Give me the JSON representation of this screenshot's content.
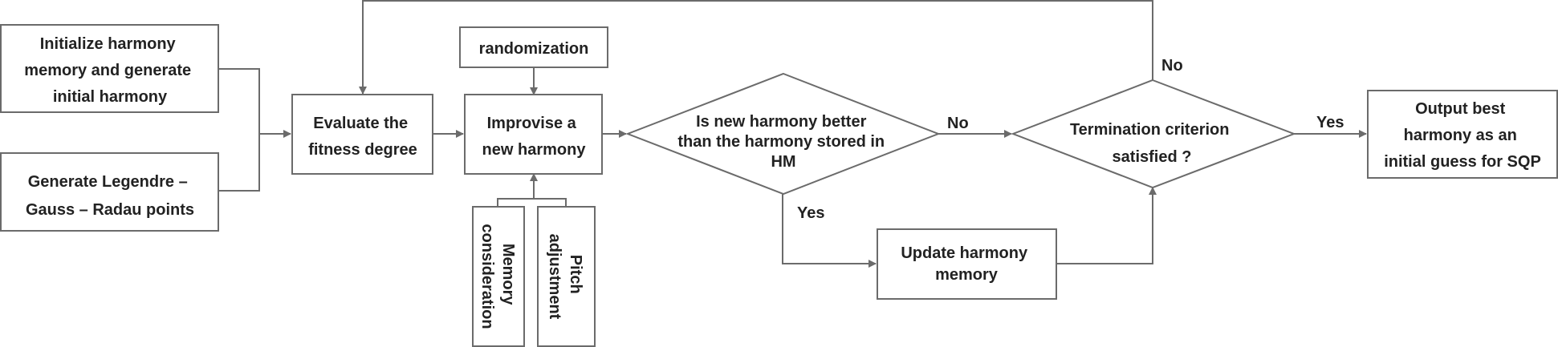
{
  "nodes": {
    "init": {
      "lines": [
        "Initialize harmony",
        "memory and generate",
        "initial harmony"
      ]
    },
    "legendre": {
      "lines": [
        "Generate Legendre –",
        "Gauss – Radau points"
      ]
    },
    "evaluate": {
      "lines": [
        "Evaluate the",
        "fitness degree"
      ]
    },
    "randomization": {
      "lines": [
        "randomization"
      ]
    },
    "improvise": {
      "lines": [
        "Improvise a",
        "new harmony"
      ]
    },
    "memory_consideration": {
      "lines": [
        "Memory",
        "consideration"
      ]
    },
    "pitch_adjustment": {
      "lines": [
        "Pitch",
        "adjustment"
      ]
    },
    "better": {
      "lines": [
        "Is new harmony better",
        "than the harmony stored in",
        "HM"
      ]
    },
    "termination": {
      "lines": [
        "Termination criterion",
        "satisfied ?"
      ]
    },
    "update": {
      "lines": [
        "Update harmony",
        "memory"
      ]
    },
    "output": {
      "lines": [
        "Output best",
        "harmony as an",
        "initial guess for SQP"
      ]
    }
  },
  "edge_labels": {
    "better_no": "No",
    "better_yes": "Yes",
    "termination_no": "No",
    "termination_yes": "Yes"
  },
  "colors": {
    "stroke": "#6b6b6b",
    "text": "#222222",
    "background": "#ffffff"
  }
}
